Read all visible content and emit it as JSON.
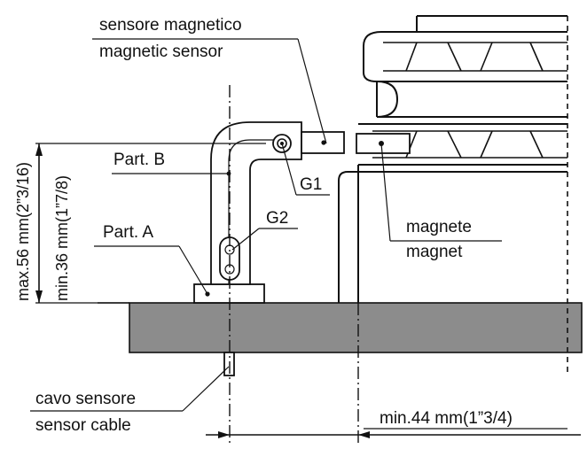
{
  "labels": {
    "magnetic_sensor_it": "sensore magnetico",
    "magnetic_sensor_en": "magnetic sensor",
    "part_b": "Part. B",
    "part_a": "Part. A",
    "g1": "G1",
    "g2": "G2",
    "magnet_it": "magnete",
    "magnet_en": "magnet",
    "sensor_cable_it": "cavo sensore",
    "sensor_cable_en": "sensor cable",
    "max_height": "max.56 mm(2”3/16)",
    "min_height": "min.36 mm(1”7/8)",
    "min_distance": "min.44 mm(1”3/4)"
  }
}
